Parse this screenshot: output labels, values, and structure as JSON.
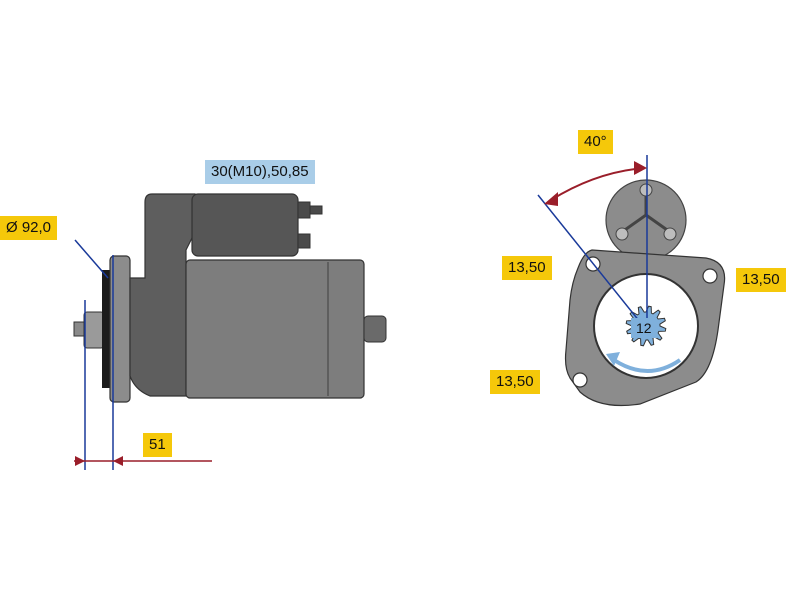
{
  "labels": {
    "connection": "30(M10),50,85",
    "diameter": "Ø 92,0",
    "flange_offset": "51",
    "angle": "40°",
    "hole_top_left": "13,50",
    "hole_right": "13,50",
    "hole_bottom_left": "13,50",
    "teeth": "12"
  },
  "colors": {
    "label_yellow": "#f5c80a",
    "label_blue": "#a9cde8",
    "dimension_blue": "#1a3a9a",
    "dimension_red": "#9a1e2a",
    "body_gray": "#7d7d7d",
    "dark_gray": "#5a5a5a"
  }
}
